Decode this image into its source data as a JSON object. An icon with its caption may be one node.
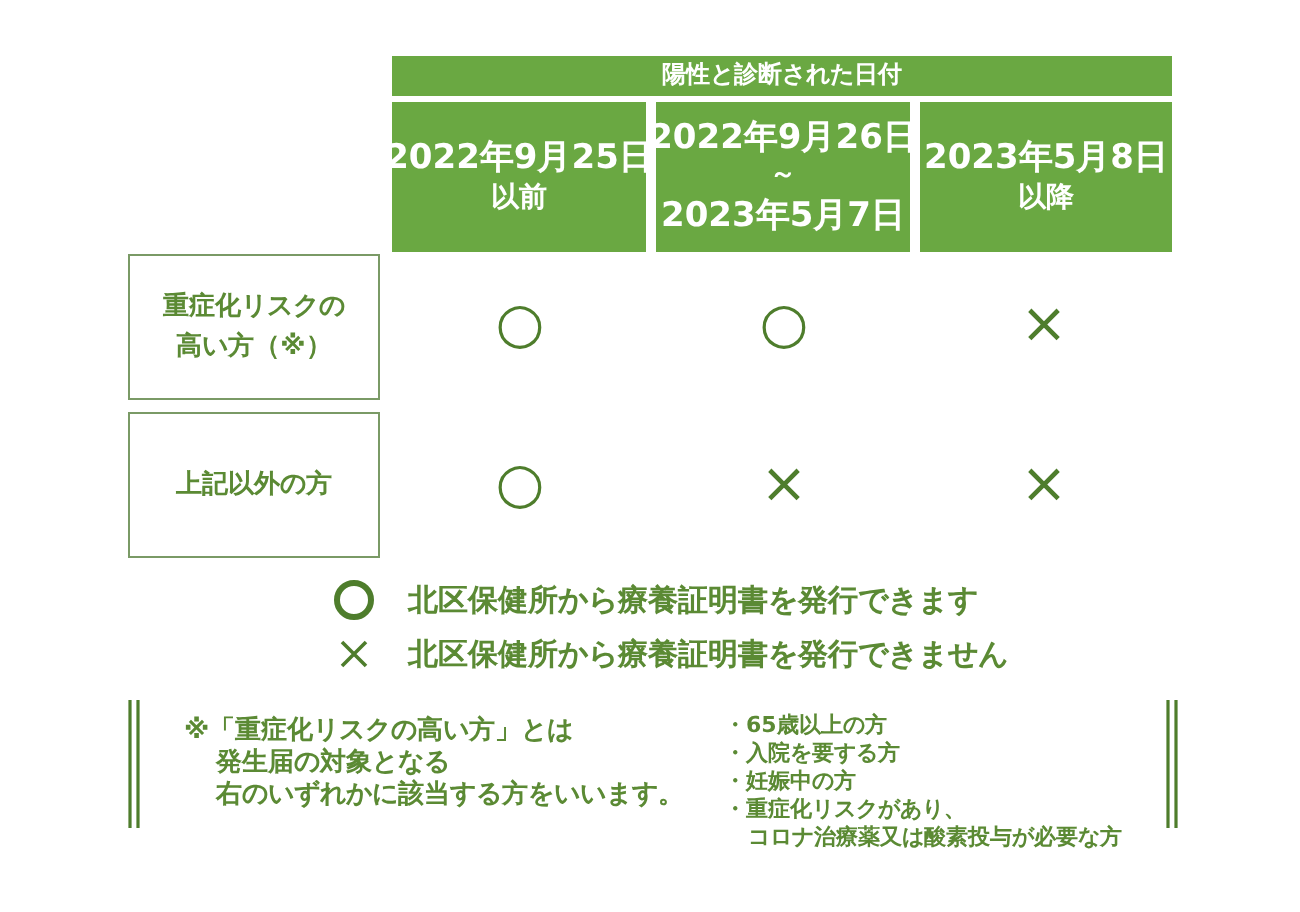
{
  "diagram": {
    "nodes": [
      {
        "text": [
          "陽性と診断された日付"
        ]
      },
      {
        "text": [
          "2022年9月25日",
          "以前"
        ]
      },
      {
        "text": [
          "2022年9月26日",
          "～",
          "2023年5月7日"
        ]
      },
      {
        "text": [
          "2023年5月8日",
          "以降"
        ]
      },
      {
        "text": [
          "重症化リスクの高い方（※）"
        ]
      },
      {
        "text": [
          "上記以外の方"
        ]
      }
    ],
    "labels": [
      "○",
      "○",
      "×",
      "○",
      "×",
      "×",
      "※「重症化リスクの高い方」とは",
      "発生届の対象となる",
      "右のいずれかに該当する方をいいます。",
      "・65歳以上の方",
      "・入院を要する方",
      "・妊娠中の方",
      "・重症化リスクがあり、",
      "コロナ治療薬又は酸素投与が必要な方"
    ],
    "legend": [
      {
        "text": "北区保健所から療養証明書を発行できます"
      },
      {
        "text": "北区保健所から療養証明書を発行できません"
      }
    ]
  }
}
